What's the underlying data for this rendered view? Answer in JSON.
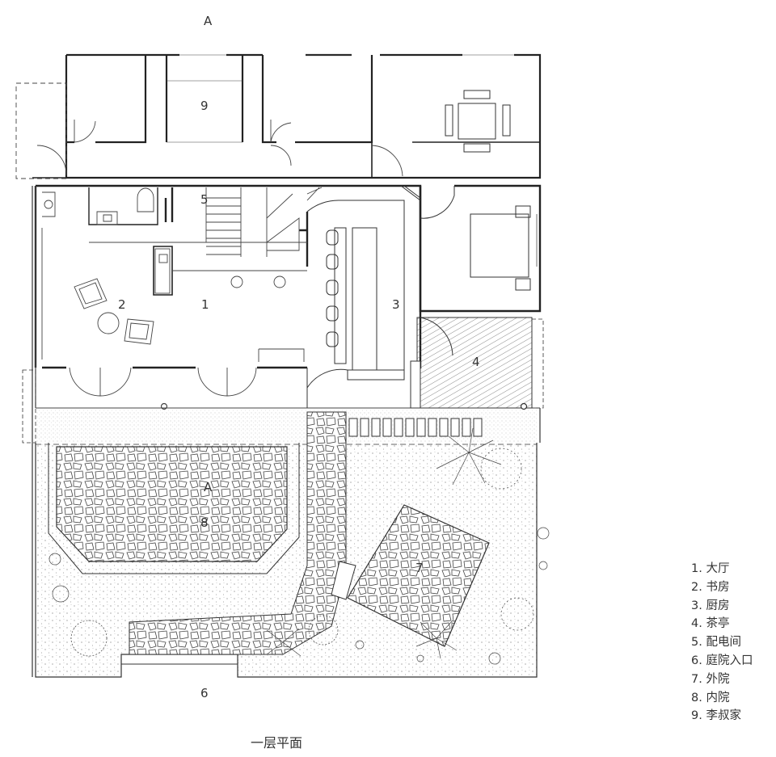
{
  "plan": {
    "caption": "一层平面",
    "section_marks": {
      "top": "A",
      "middle": "A"
    },
    "room_numbers": {
      "hall": "1",
      "study": "2",
      "kitchen": "3",
      "tea_pavilion": "4",
      "power_room": "5",
      "entrance": "6",
      "outer_court": "7",
      "inner_court": "8",
      "neighbor": "9"
    },
    "legend": [
      "1. 大厅",
      "2. 书房",
      "3. 厨房",
      "4. 茶亭",
      "5. 配电间",
      "6. 庭院入口",
      "7. 外院",
      "8. 内院",
      "9. 李叔家"
    ]
  },
  "colors": {
    "line": "#222222",
    "paving": "#555555",
    "hatch": "#444444",
    "dots": "#666666"
  }
}
